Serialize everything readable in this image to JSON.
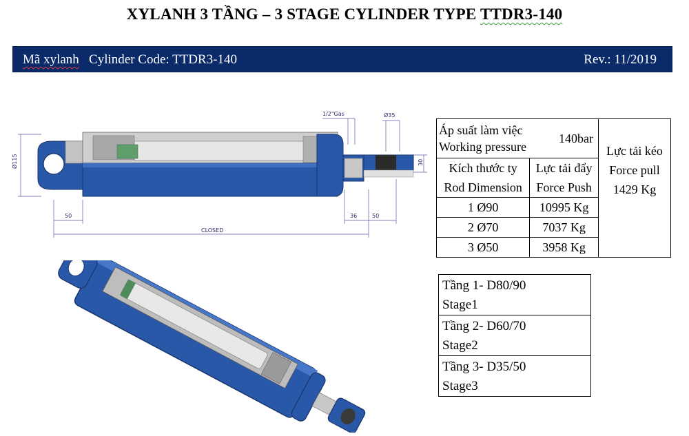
{
  "title": {
    "prefix": "XYLANH 3 TẦNG – 3 STAGE CYLINDER TYPE ",
    "code": "TTDR3-140"
  },
  "banner": {
    "left_vi": "Mã xylanh",
    "left_en": "Cylinder Code: TTDR3-140",
    "rev": "Rev.: 11/2019"
  },
  "drawing": {
    "dim_gas": "1/2\"Gas",
    "dim_bore": "Ø35",
    "dim_dia": "Ø115",
    "dim_30": "30",
    "dim_50_left": "50",
    "dim_36": "36",
    "dim_50_right": "50",
    "dim_closed": "CLOSED"
  },
  "spec_table": {
    "pressure_vi": "Áp suất làm việc",
    "pressure_en": "Working pressure",
    "pressure_value": "140bar",
    "pull_vi": "Lực tải kéo",
    "pull_en": "Force pull",
    "pull_value": "1429 Kg",
    "rod_vi": "Kích thước ty",
    "rod_en": "Rod Dimension",
    "push_vi": "Lực tải đẩy",
    "push_en": "Force Push",
    "rows": [
      {
        "stage": "1 Ø90",
        "force": "10995 Kg"
      },
      {
        "stage": "2 Ø70",
        "force": "7037 Kg"
      },
      {
        "stage": "3 Ø50",
        "force": "3958 Kg"
      }
    ]
  },
  "stages": [
    {
      "vi": "Tầng 1- D80/90",
      "en": "Stage1"
    },
    {
      "vi": "Tầng 2- D60/70",
      "en": "Stage2"
    },
    {
      "vi": "Tầng 3- D35/50",
      "en": "Stage3"
    }
  ],
  "colors": {
    "banner": "#0a2a6a",
    "cylinder_blue": "#2a58a8",
    "cylinder_dark": "#17346a",
    "metal": "#b8b8b8"
  }
}
